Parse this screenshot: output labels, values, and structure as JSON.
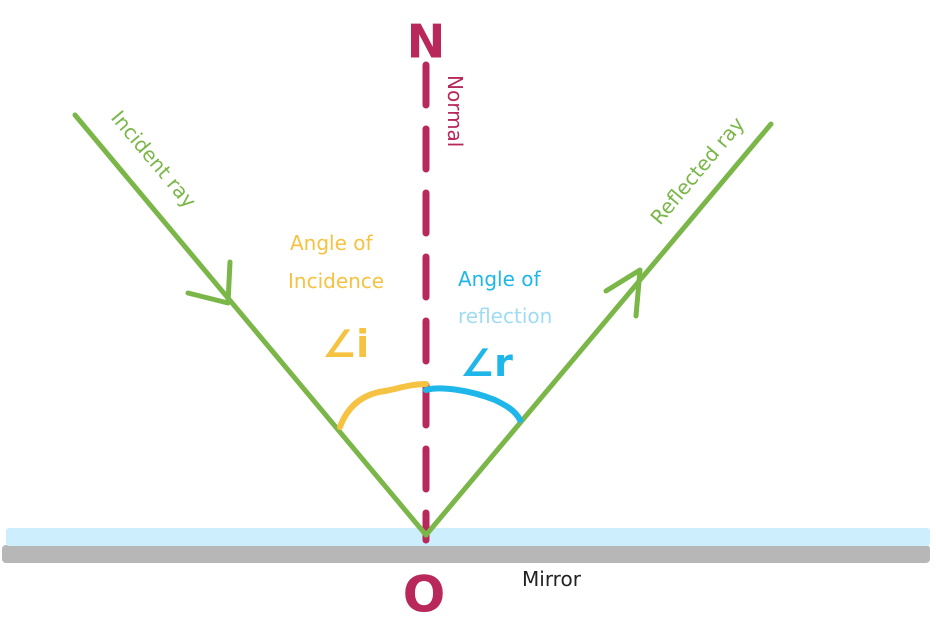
{
  "labels": {
    "normal_top_letter": "N",
    "normal": "Normal",
    "incident_ray": "Incident ray",
    "reflected_ray": "Reflected ray",
    "angle_incidence_line1": "Angle of",
    "angle_incidence_line2": "Incidence",
    "angle_incidence_symbol": "∠i",
    "angle_reflection_line1": "Angle of",
    "angle_reflection_line2": "reflection",
    "angle_reflection_symbol": "∠r",
    "mirror": "Mirror",
    "point_of_incidence": "O"
  },
  "colors": {
    "ray": "#7ab648",
    "normal": "#b8285a",
    "angle_incidence": "#f5c242",
    "angle_reflection": "#1fb6ea",
    "mirror_surface": "#cdeefc",
    "mirror_back": "#b7b7b7",
    "mirror_text": "#222222"
  }
}
